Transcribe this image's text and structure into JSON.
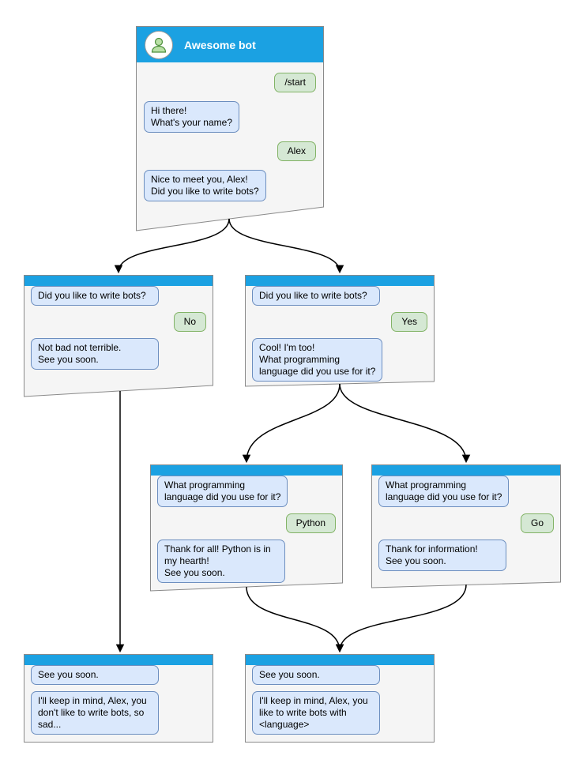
{
  "colors": {
    "header_blue": "#1ba1e2",
    "bot_bubble_fill": "#dae8fc",
    "bot_bubble_border": "#6c8ebf",
    "user_bubble_fill": "#d5e8d4",
    "user_bubble_border": "#82b366",
    "window_fill": "#f5f5f5",
    "window_border": "#8a8a8a",
    "connector": "#000000"
  },
  "root": {
    "title": "Awesome bot",
    "user_start": "/start",
    "bot_hi": "Hi there!\nWhat's your name?",
    "user_name": "Alex",
    "bot_nice": "Nice to meet you, Alex!\nDid you like to write bots?"
  },
  "no_branch": {
    "bot_question": "Did you like to write bots?",
    "user_answer": "No",
    "bot_reply": "Not bad not terrible.\nSee you soon."
  },
  "yes_branch": {
    "bot_question": "Did you like to write bots?",
    "user_answer": "Yes",
    "bot_reply": "Cool! I'm too!\nWhat programming\nlanguage did you use for it?"
  },
  "python_branch": {
    "bot_question": "What programming\nlanguage did you use for it?",
    "user_answer": "Python",
    "bot_reply": "Thank for all! Python is in\nmy hearth!\nSee you soon."
  },
  "go_branch": {
    "bot_question": "What programming\nlanguage did you use for it?",
    "user_answer": "Go",
    "bot_reply": "Thank for information!\nSee you soon."
  },
  "end_no": {
    "bot_status": "See you soon.",
    "bot_reply": "I'll keep in mind, Alex, you\ndon't like to write bots, so\nsad..."
  },
  "end_yes": {
    "bot_status": "See you soon.",
    "bot_reply": "I'll keep in mind, Alex, you\nlike to write bots with\n<language>"
  }
}
